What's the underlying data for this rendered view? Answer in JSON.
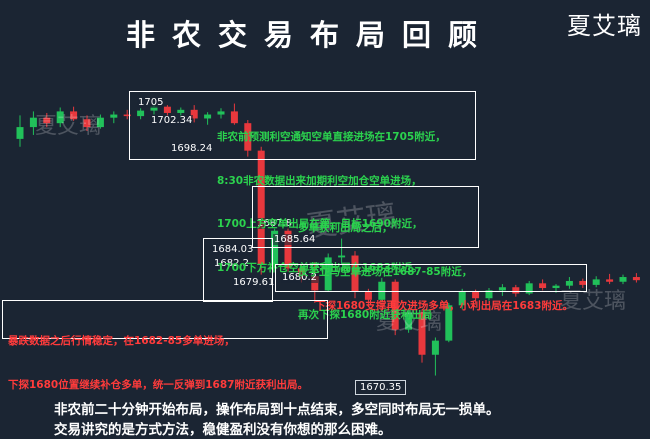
{
  "page": {
    "title": "非农交易布局回顾",
    "author": "夏艾璃",
    "watermarks": [
      "夏艾璃",
      "夏艾璃",
      "夏艾璃",
      "夏艾璃"
    ]
  },
  "chart_data": {
    "type": "candlestick",
    "up_color": "#21c15a",
    "down_color": "#e8383d",
    "candles": [
      {
        "o": 1700.5,
        "h": 1703.5,
        "l": 1699.5,
        "c": 1702.0
      },
      {
        "o": 1702.0,
        "h": 1704.0,
        "l": 1701.0,
        "c": 1703.2
      },
      {
        "o": 1703.2,
        "h": 1703.8,
        "l": 1702.0,
        "c": 1702.5
      },
      {
        "o": 1702.5,
        "h": 1704.5,
        "l": 1702.0,
        "c": 1704.0
      },
      {
        "o": 1704.0,
        "h": 1704.6,
        "l": 1702.8,
        "c": 1703.0
      },
      {
        "o": 1703.0,
        "h": 1703.5,
        "l": 1701.5,
        "c": 1702.0
      },
      {
        "o": 1702.0,
        "h": 1703.6,
        "l": 1701.8,
        "c": 1703.2
      },
      {
        "o": 1703.2,
        "h": 1704.0,
        "l": 1702.5,
        "c": 1703.6
      },
      {
        "o": 1703.6,
        "h": 1704.2,
        "l": 1703.0,
        "c": 1703.4
      },
      {
        "o": 1703.4,
        "h": 1704.4,
        "l": 1703.0,
        "c": 1704.1
      },
      {
        "o": 1704.1,
        "h": 1705.0,
        "l": 1703.6,
        "c": 1704.6
      },
      {
        "o": 1704.6,
        "h": 1704.8,
        "l": 1703.4,
        "c": 1703.8
      },
      {
        "o": 1703.8,
        "h": 1704.5,
        "l": 1703.2,
        "c": 1704.2
      },
      {
        "o": 1704.2,
        "h": 1704.8,
        "l": 1702.6,
        "c": 1703.1
      },
      {
        "o": 1703.1,
        "h": 1703.9,
        "l": 1702.3,
        "c": 1703.6
      },
      {
        "o": 1703.6,
        "h": 1704.4,
        "l": 1703.1,
        "c": 1704.0
      },
      {
        "o": 1704.0,
        "h": 1705.0,
        "l": 1702.3,
        "c": 1702.5
      },
      {
        "o": 1702.5,
        "h": 1702.9,
        "l": 1698.24,
        "c": 1699.0
      },
      {
        "o": 1699.0,
        "h": 1699.5,
        "l": 1683.2,
        "c": 1684.5
      },
      {
        "o": 1684.5,
        "h": 1689.3,
        "l": 1684.0,
        "c": 1688.8
      },
      {
        "o": 1688.8,
        "h": 1689.2,
        "l": 1683.6,
        "c": 1684.0
      },
      {
        "o": 1684.0,
        "h": 1684.5,
        "l": 1682.2,
        "c": 1683.0
      },
      {
        "o": 1683.0,
        "h": 1684.8,
        "l": 1679.61,
        "c": 1681.2
      },
      {
        "o": 1681.2,
        "h": 1685.9,
        "l": 1681.0,
        "c": 1685.4
      },
      {
        "o": 1685.4,
        "h": 1687.8,
        "l": 1684.5,
        "c": 1685.64
      },
      {
        "o": 1685.64,
        "h": 1686.2,
        "l": 1680.2,
        "c": 1681.0
      },
      {
        "o": 1681.0,
        "h": 1681.4,
        "l": 1679.2,
        "c": 1680.0
      },
      {
        "o": 1680.0,
        "h": 1682.8,
        "l": 1679.8,
        "c": 1682.3
      },
      {
        "o": 1682.3,
        "h": 1682.6,
        "l": 1675.5,
        "c": 1676.2
      },
      {
        "o": 1676.2,
        "h": 1678.9,
        "l": 1675.8,
        "c": 1678.4
      },
      {
        "o": 1678.4,
        "h": 1678.7,
        "l": 1672.0,
        "c": 1673.0
      },
      {
        "o": 1673.0,
        "h": 1675.2,
        "l": 1670.35,
        "c": 1674.8
      },
      {
        "o": 1674.8,
        "h": 1679.6,
        "l": 1674.6,
        "c": 1679.3
      },
      {
        "o": 1679.3,
        "h": 1681.4,
        "l": 1678.8,
        "c": 1681.0
      },
      {
        "o": 1681.0,
        "h": 1681.3,
        "l": 1679.6,
        "c": 1680.2
      },
      {
        "o": 1680.2,
        "h": 1681.5,
        "l": 1679.9,
        "c": 1681.2
      },
      {
        "o": 1681.2,
        "h": 1682.0,
        "l": 1680.5,
        "c": 1681.6
      },
      {
        "o": 1681.6,
        "h": 1681.9,
        "l": 1680.4,
        "c": 1680.8
      },
      {
        "o": 1680.8,
        "h": 1682.4,
        "l": 1680.6,
        "c": 1682.1
      },
      {
        "o": 1682.1,
        "h": 1682.6,
        "l": 1681.2,
        "c": 1681.5
      },
      {
        "o": 1681.5,
        "h": 1682.0,
        "l": 1680.9,
        "c": 1681.8
      },
      {
        "o": 1681.8,
        "h": 1682.9,
        "l": 1681.4,
        "c": 1682.4
      },
      {
        "o": 1682.4,
        "h": 1682.7,
        "l": 1681.5,
        "c": 1681.9
      },
      {
        "o": 1681.9,
        "h": 1683.0,
        "l": 1681.6,
        "c": 1682.6
      },
      {
        "o": 1682.6,
        "h": 1683.3,
        "l": 1682.0,
        "c": 1682.3
      },
      {
        "o": 1682.3,
        "h": 1683.2,
        "l": 1682.0,
        "c": 1682.9
      },
      {
        "o": 1682.9,
        "h": 1683.4,
        "l": 1682.2,
        "c": 1682.5
      }
    ],
    "price_labels": [
      "1705",
      "1702.34",
      "1698.24",
      "1687.8",
      "1685.64",
      "1684.03",
      "1682.2",
      "1679.61",
      "1680.2",
      "1670.35"
    ]
  },
  "annotations": {
    "box1": {
      "lines": [
        "非农前预测利空通知空单直接进场在1705附近，",
        "8:30非农数据出来加期利空加仓空单进场，",
        "1700上方空单出局在第一目标1690附近，",
        "1700下方补仓空单获利出局在1683附近。"
      ]
    },
    "box2": {
      "lines": [
        "多单获利出局之后，",
        "反手立马空单进场在1687-85附近，",
        "再次下探1680附近获利出局"
      ]
    },
    "box3": {
      "lines": [
        "下探1680支撑再次进场多单，小利出局在1683附近。"
      ]
    },
    "box4": {
      "lines": [
        "暴跌数据之后行情稳定，在1682-85多单进场，",
        "下探1680位置继续补仓多单，统一反弹到1687附近获利出局。"
      ]
    }
  },
  "footer": {
    "line1": "非农前二十分钟开始布局，操作布局到十点结束，多空同时布局无一损单。",
    "line2": "交易讲究的是方式方法，稳健盈利没有你想的那么困难。"
  }
}
